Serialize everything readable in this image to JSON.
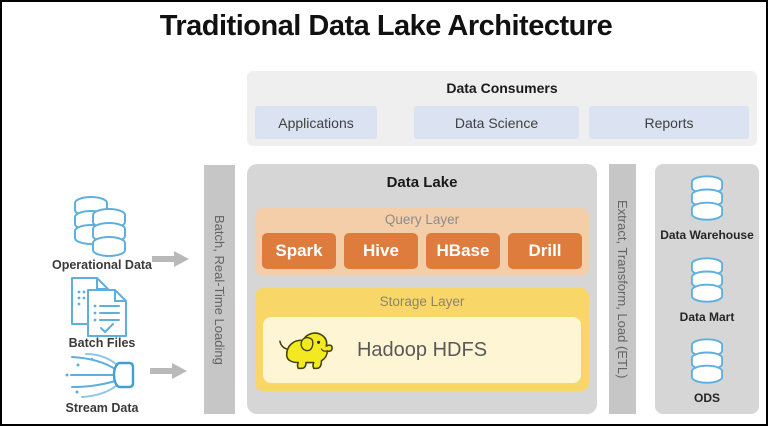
{
  "title": "Traditional Data Lake Architecture",
  "consumers": {
    "title": "Data Consumers",
    "items": [
      {
        "label": "Applications"
      },
      {
        "label": "Data Science"
      },
      {
        "label": "Reports"
      }
    ]
  },
  "sources": [
    {
      "label": "Operational Data",
      "icon": "database-stack-icon"
    },
    {
      "label": "Batch Files",
      "icon": "documents-icon"
    },
    {
      "label": "Stream Data",
      "icon": "stream-nozzle-icon"
    }
  ],
  "ingest_bar": {
    "label": "Batch, Real-Time Loading"
  },
  "data_lake": {
    "title": "Data Lake",
    "query_layer": {
      "title": "Query Layer",
      "engines": [
        {
          "label": "Spark"
        },
        {
          "label": "Hive"
        },
        {
          "label": "HBase"
        },
        {
          "label": "Drill"
        }
      ]
    },
    "storage_layer": {
      "title": "Storage Layer",
      "store_label": "Hadoop HDFS",
      "store_icon": "hadoop-elephant-icon"
    }
  },
  "etl_bar": {
    "label": "Extract, Transform, Load (ETL)"
  },
  "destinations": {
    "items": [
      {
        "label": "Data Warehouse"
      },
      {
        "label": "Data Mart"
      },
      {
        "label": "ODS"
      }
    ]
  },
  "colors": {
    "engine_orange": "#dd7c3c",
    "query_layer_bg": "#f4cda9",
    "storage_layer_bg": "#f8d668",
    "storage_inner_bg": "#fdf5d3",
    "consumer_box_blue": "#dbe3f2",
    "panel_gray": "#d6d6d6",
    "bar_gray": "#c6c6c6",
    "icon_blue": "#5fafde",
    "hadoop_yellow": "#f3e921"
  }
}
